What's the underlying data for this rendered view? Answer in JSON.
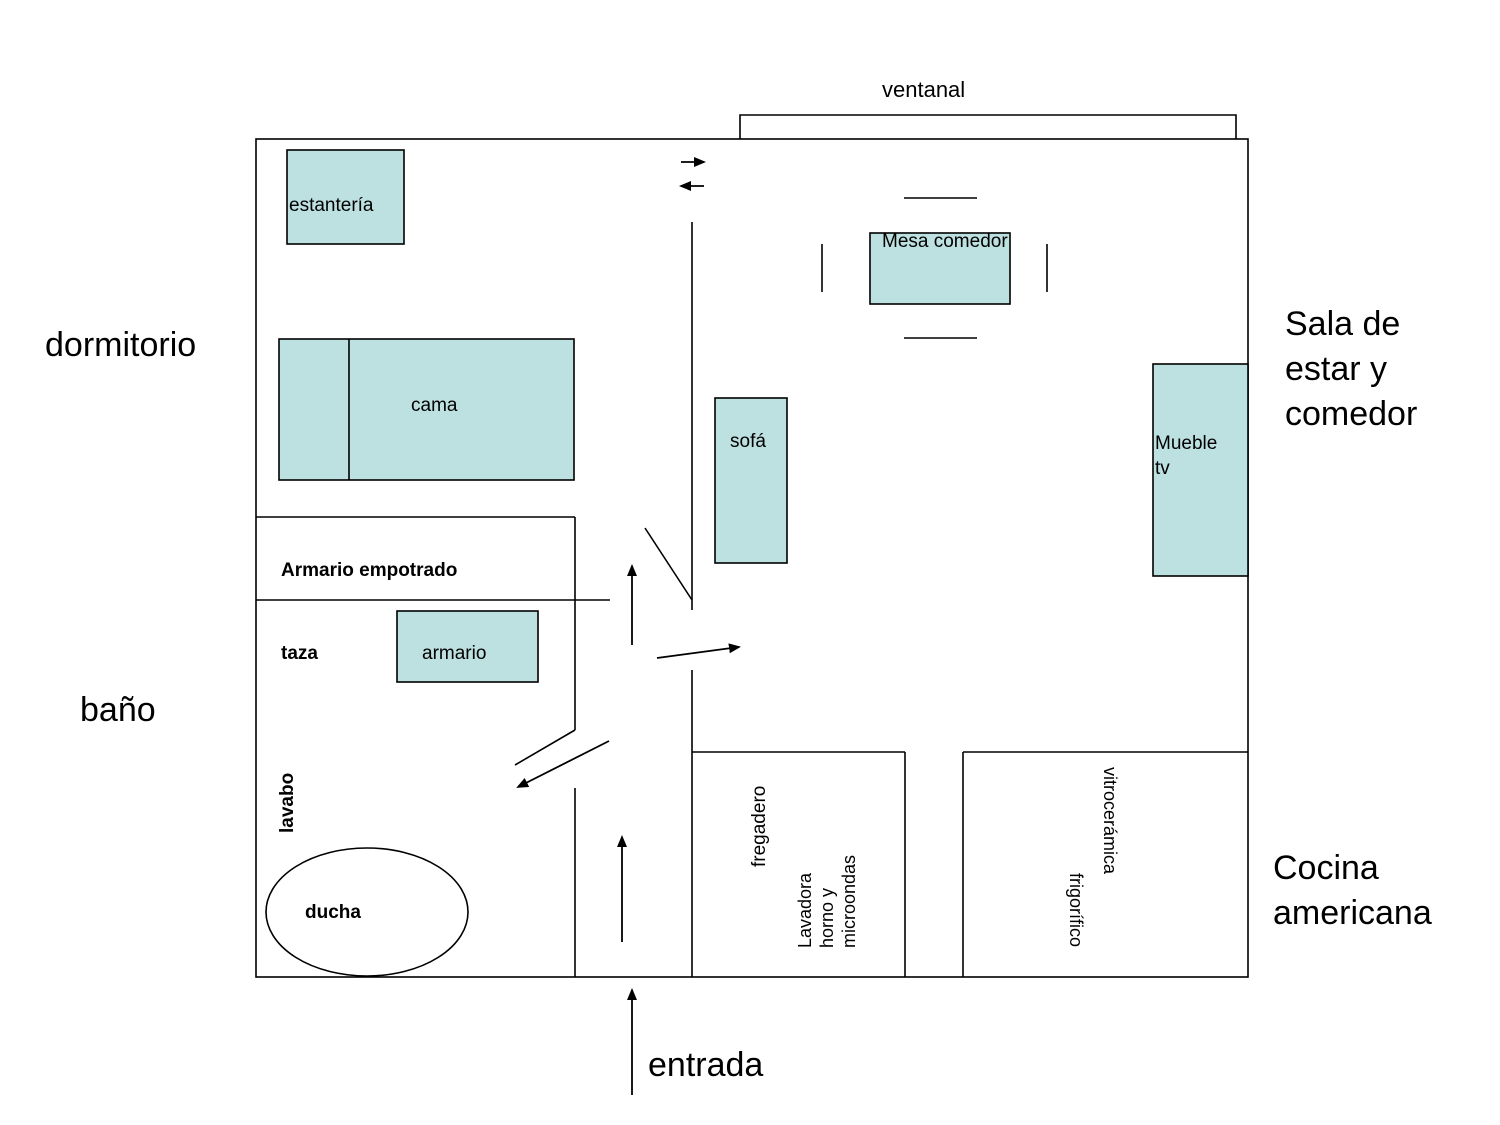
{
  "rooms": {
    "dormitorio": "dormitorio",
    "bano": "baño",
    "sala": [
      "Sala de",
      "estar y",
      "comedor"
    ],
    "cocina": [
      "Cocina",
      "americana"
    ],
    "entrada": "entrada"
  },
  "labels": {
    "ventanal": "ventanal",
    "estanteria": "estantería",
    "cama": "cama",
    "armario_empotrado": "Armario empotrado",
    "taza": "taza",
    "armario": "armario",
    "lavabo": "lavabo",
    "ducha": "ducha",
    "sofa": "sofá",
    "mesa_comedor": "Mesa comedor",
    "mueble_tv": [
      "Mueble",
      "tv"
    ],
    "fregadero": "fregadero",
    "lavadora": "Lavadora",
    "horno": "horno y",
    "microondas": "microondas",
    "vitroceramica": "vitrocerámica",
    "frigorifico": "frigorífico"
  },
  "colors": {
    "furniture_fill": "#bde0e0",
    "line": "#000000"
  }
}
